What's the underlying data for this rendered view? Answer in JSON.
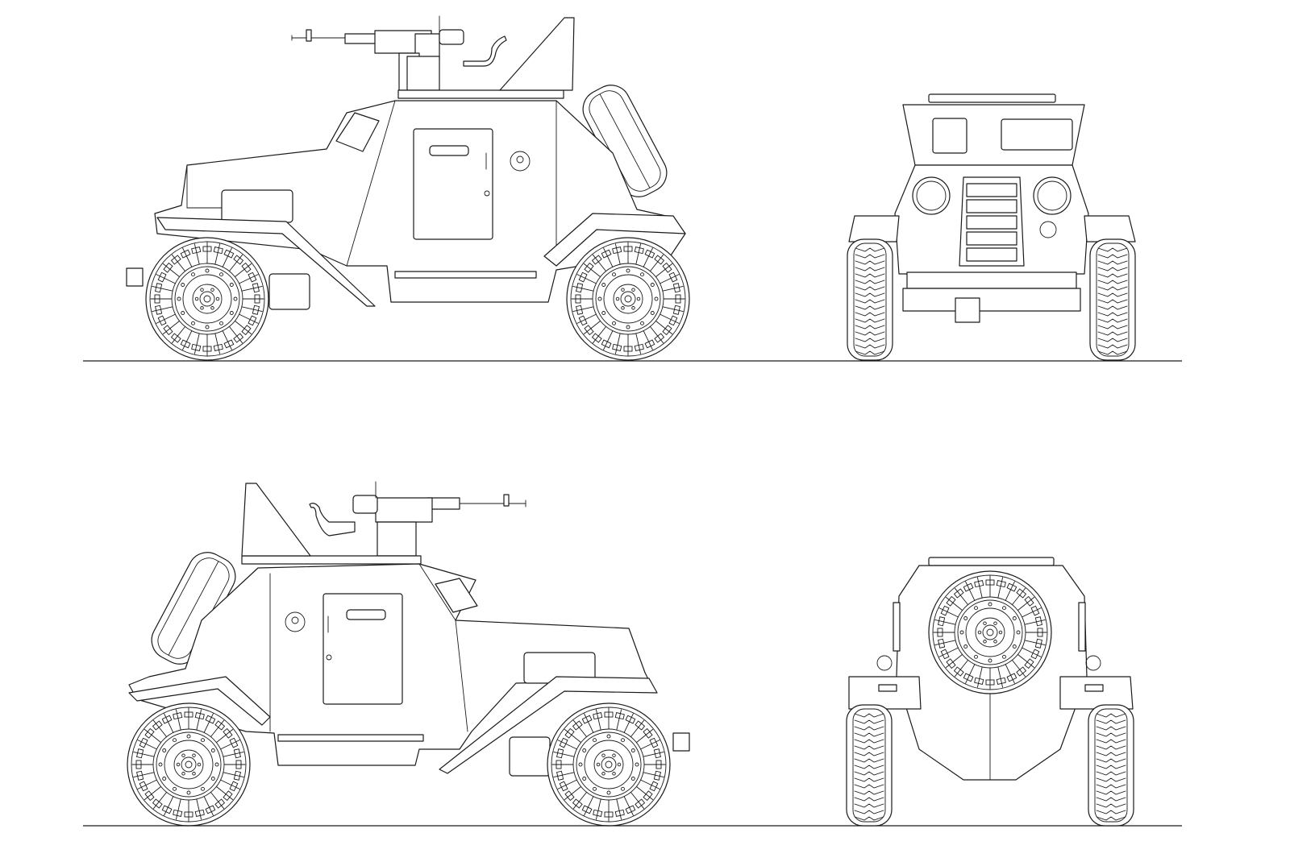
{
  "drawing": {
    "views": [
      {
        "id": "left-side",
        "facing": "left"
      },
      {
        "id": "front",
        "facing": "front"
      },
      {
        "id": "right-side",
        "facing": "right"
      },
      {
        "id": "rear",
        "facing": "rear"
      }
    ],
    "colors": {
      "line": "#1a1a1a",
      "background": "#ffffff"
    }
  }
}
